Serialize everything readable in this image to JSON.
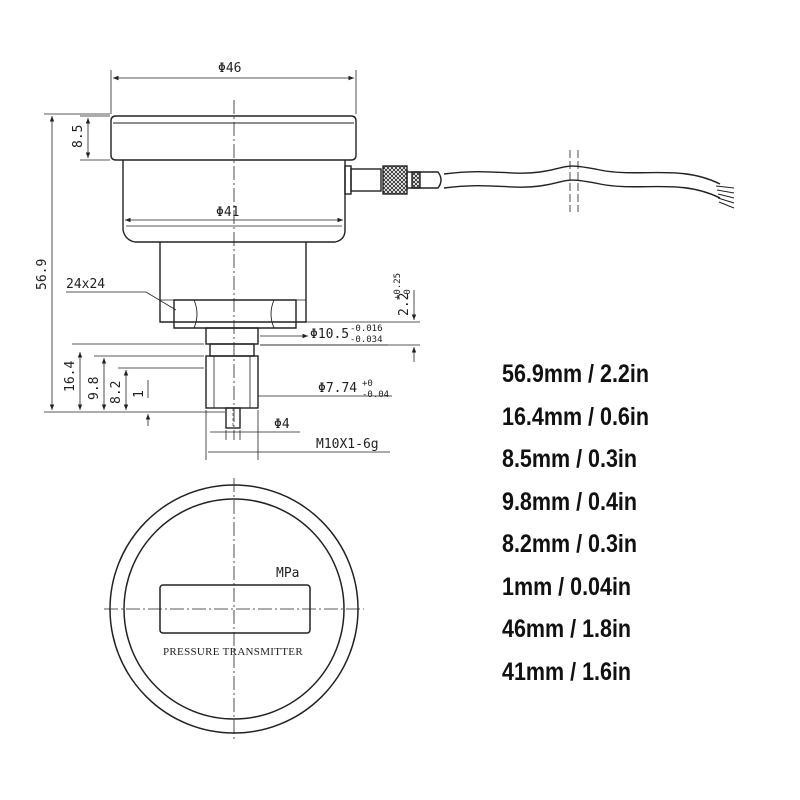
{
  "drawing": {
    "dim_labels": {
      "d46": "Φ46",
      "d41": "Φ41",
      "h8_5": "8.5",
      "h56_9": "56.9",
      "hex": "24x24",
      "h2_2": "2.2",
      "h2_2_tol_up": "+0.25",
      "h2_2_tol_low": "-0",
      "d10_5": "Φ10.5",
      "d10_5_tol_up": "-0.016",
      "d10_5_tol_low": "-0.034",
      "h16_4": "16.4",
      "h9_8": "9.8",
      "h8_2": "8.2",
      "h1": "1",
      "d7_74": "Φ7.74",
      "d7_74_tol_up": "+0",
      "d7_74_tol_low": "-0.04",
      "d4": "Φ4",
      "thread": "M10X1-6g"
    },
    "face": {
      "unit": "MPa",
      "label": "PRESSURE TRANSMITTER"
    }
  },
  "specs": [
    "56.9mm / 2.2in",
    "16.4mm / 0.6in",
    "8.5mm / 0.3in",
    "9.8mm / 0.4in",
    "8.2mm / 0.3in",
    "1mm / 0.04in",
    "46mm / 1.8in",
    "41mm / 1.6in"
  ]
}
